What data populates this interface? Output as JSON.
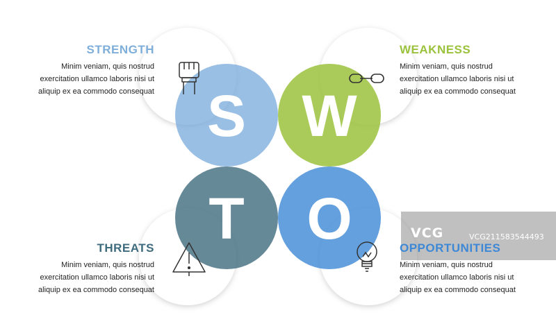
{
  "letters": {
    "s": "S",
    "w": "W",
    "t": "T",
    "o": "O"
  },
  "colors": {
    "strength": "#78a9dc",
    "weakness": "#9bc23c",
    "threats": "#3e6b7d",
    "opportunities": "#3d88d6",
    "strength_heading": "#7eaed9",
    "weakness_heading": "#9bc23c",
    "threats_heading": "#3e6b7d",
    "opportunities_heading": "#3d88d6",
    "icon_stroke": "#333333"
  },
  "sections": {
    "strength": {
      "title": "STRENGTH",
      "lines": [
        "Minim veniam, quis nostrud",
        "exercitation ullamco laboris nisi ut",
        "aliquip ex ea commodo consequat"
      ],
      "icon": "raised-fist-icon"
    },
    "weakness": {
      "title": "WEAKNESS",
      "lines": [
        "Minim veniam, quis nostrud",
        "exercitation ullamco laboris nisi ut",
        "aliquip ex ea commodo consequat"
      ],
      "icon": "broken-chain-icon"
    },
    "threats": {
      "title": "THREATS",
      "lines": [
        "Minim veniam, quis nostrud",
        "exercitation ullamco laboris nisi ut",
        "aliquip ex ea commodo consequat"
      ],
      "icon": "warning-triangle-icon"
    },
    "opportunities": {
      "title": "OPPORTUNITIES",
      "lines": [
        "Minim veniam, quis nostrud",
        "exercitation ullamco laboris nisi ut",
        "aliquip ex ea commodo consequat"
      ],
      "icon": "lightbulb-icon"
    }
  },
  "watermark": {
    "logo": "VCG",
    "id": "VCG211583544493"
  }
}
